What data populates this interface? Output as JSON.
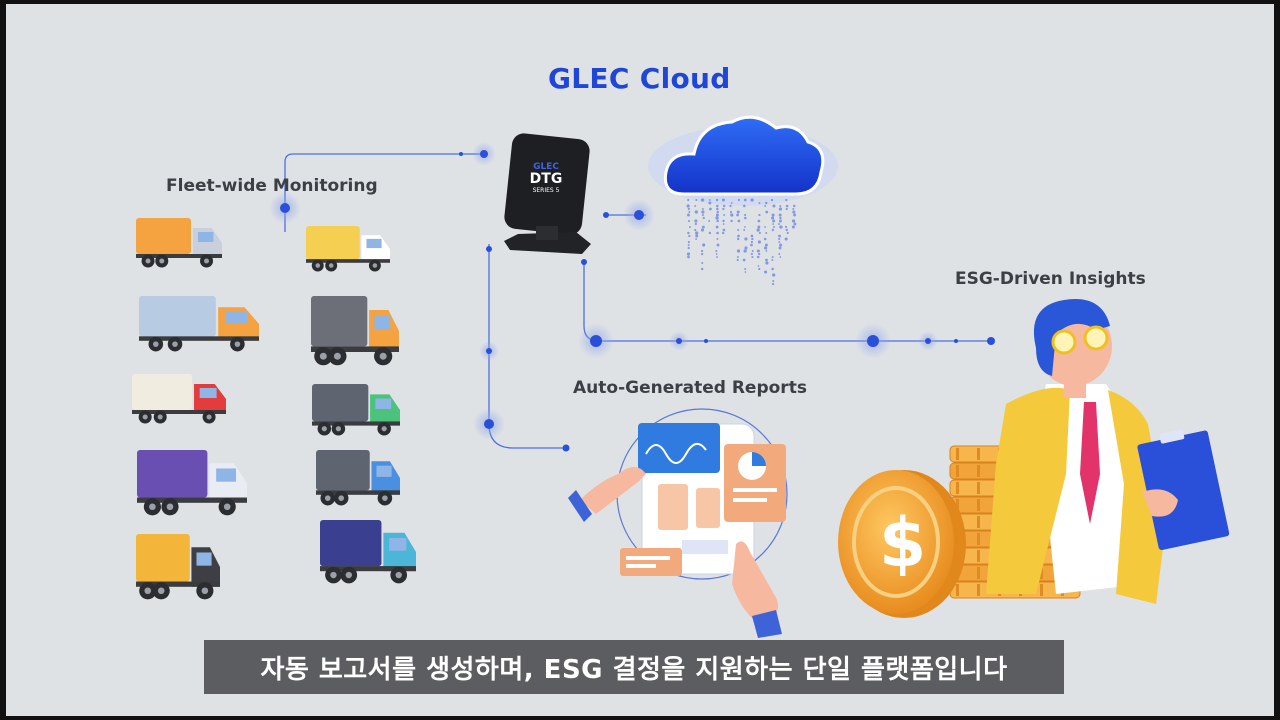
{
  "title": "GLEC Cloud",
  "labels": {
    "fleet": "Fleet-wide Monitoring",
    "reports": "Auto-Generated Reports",
    "esg": "ESG-Driven Insights"
  },
  "device": {
    "brand": "GLEC",
    "model": "DTG",
    "series": "SERIES 5"
  },
  "caption": "자동 보고서를 생성하며, ESG 결정을 지원하는 단일 플랫폼입니다",
  "colors": {
    "background": "#dfe2e5",
    "accent_blue": "#1f46d6",
    "line_blue": "#2d5be3",
    "gold": "#f0a43a",
    "caption_bg": "#5c5d60"
  },
  "icons": [
    "truck-icon",
    "dtg-device-icon",
    "cloud-icon",
    "report-dashboard-icon",
    "coin-stack-icon",
    "analyst-person-icon"
  ]
}
